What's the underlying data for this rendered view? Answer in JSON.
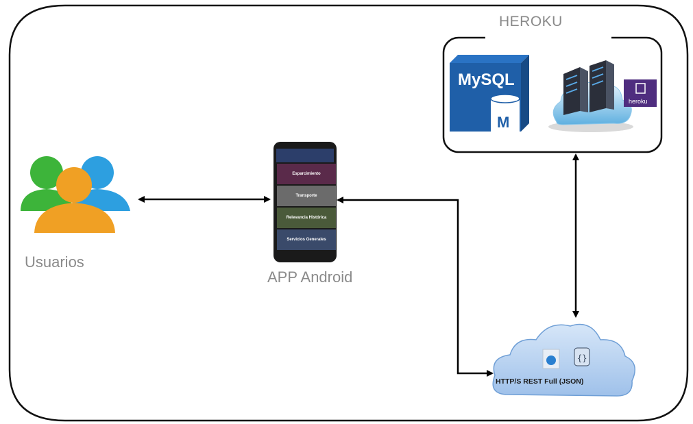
{
  "labels": {
    "users": "Usuarios",
    "app": "APP Android",
    "heroku_section": "HEROKU",
    "mysql_logo": "MySQL",
    "mysql_badge": "M",
    "heroku_badge": "heroku",
    "api": "HTTP/S  REST Full  (JSON)"
  },
  "phone": {
    "menu_items": [
      "Esparcimiento",
      "Transporte",
      "Relevancia Histórica",
      "Servicios Generales"
    ]
  },
  "colors": {
    "frame_stroke": "#111111",
    "arrow": "#000000",
    "label_gray": "#8a8a8a",
    "mysql_blue": "#1f5fa8",
    "heroku_purple": "#4f2d7f",
    "cloud_blue": "#a8c8ec",
    "user_green": "#3db43a",
    "user_blue": "#2d9fe0",
    "user_orange": "#f0a024"
  },
  "connections": [
    {
      "from": "users",
      "to": "app",
      "direction": "bidirectional"
    },
    {
      "from": "app",
      "to": "api",
      "direction": "bidirectional"
    },
    {
      "from": "heroku",
      "to": "api",
      "direction": "bidirectional"
    }
  ]
}
